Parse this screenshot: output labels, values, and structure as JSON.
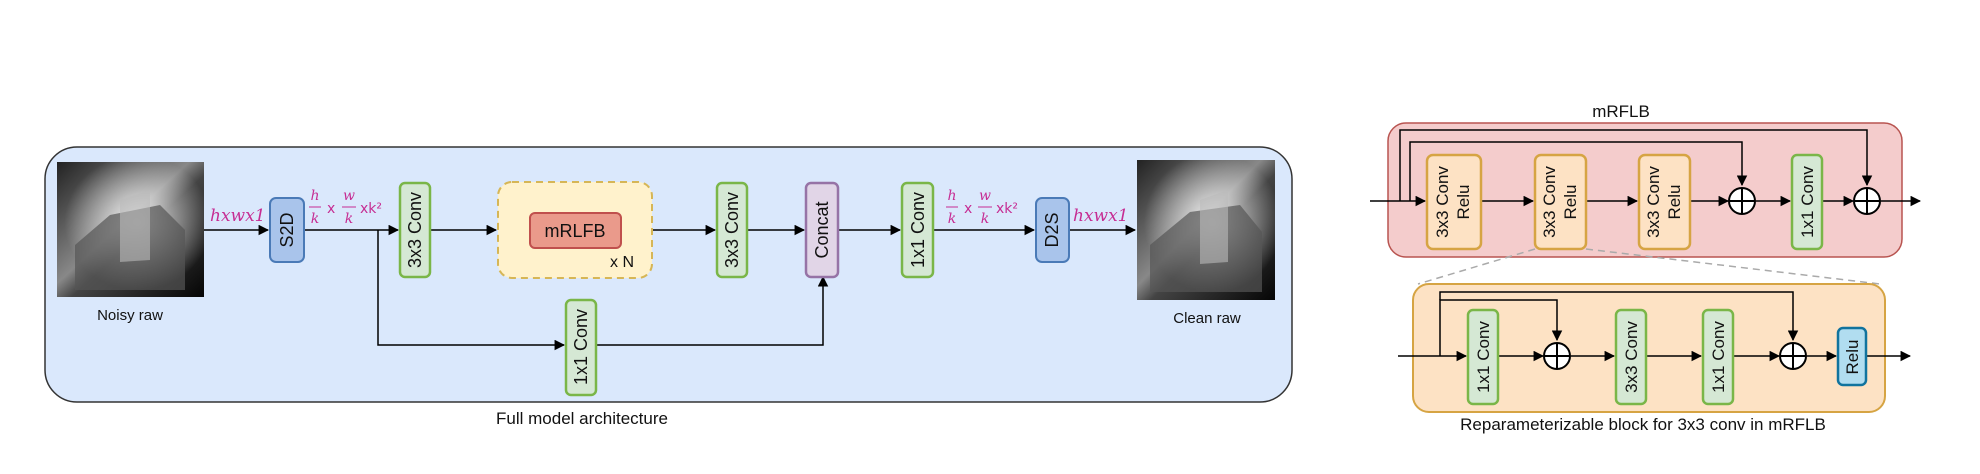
{
  "full_model": {
    "caption": "Full model architecture",
    "input_label": "Noisy raw",
    "output_label": "Clean raw",
    "s2d": "S2D",
    "d2s": "D2S",
    "conv3x3_a": "3x3 Conv",
    "mrlfb": "mRLFB",
    "repeat": "x N",
    "conv3x3_b": "3x3 Conv",
    "concat": "Concat",
    "conv1x1_skip": "1x1 Conv",
    "conv1x1_main": "1x1 Conv",
    "dim_in": "hxwx1",
    "dim_out": "hxwx1",
    "frac_h": "h",
    "frac_w": "w",
    "frac_k": "k",
    "times": "x",
    "k_sq": "xk²"
  },
  "mrflb": {
    "title": "mRFLB",
    "conv1": "3x3 Conv",
    "relu1": "Relu",
    "conv2": "3x3 Conv",
    "relu2": "Relu",
    "conv3": "3x3 Conv",
    "relu3": "Relu",
    "conv4": "1x1 Conv"
  },
  "reparam": {
    "caption": "Reparameterizable block for 3x3 conv in mRFLB",
    "conv1": "1x1 Conv",
    "conv2": "3x3 Conv",
    "conv3": "1x1 Conv",
    "relu": "Relu"
  },
  "colors": {
    "main_panel": "#dae8fc",
    "green_block": "#d5e8d4",
    "green_border": "#82b366",
    "blue_block": "#a9c4eb",
    "purple_block": "#e1d5e7",
    "mrlfb_fill": "#ea9a8b",
    "mrflb_panel": "#f4cccc",
    "reparam_panel": "#fde2c4",
    "formula": "#c62d93"
  }
}
